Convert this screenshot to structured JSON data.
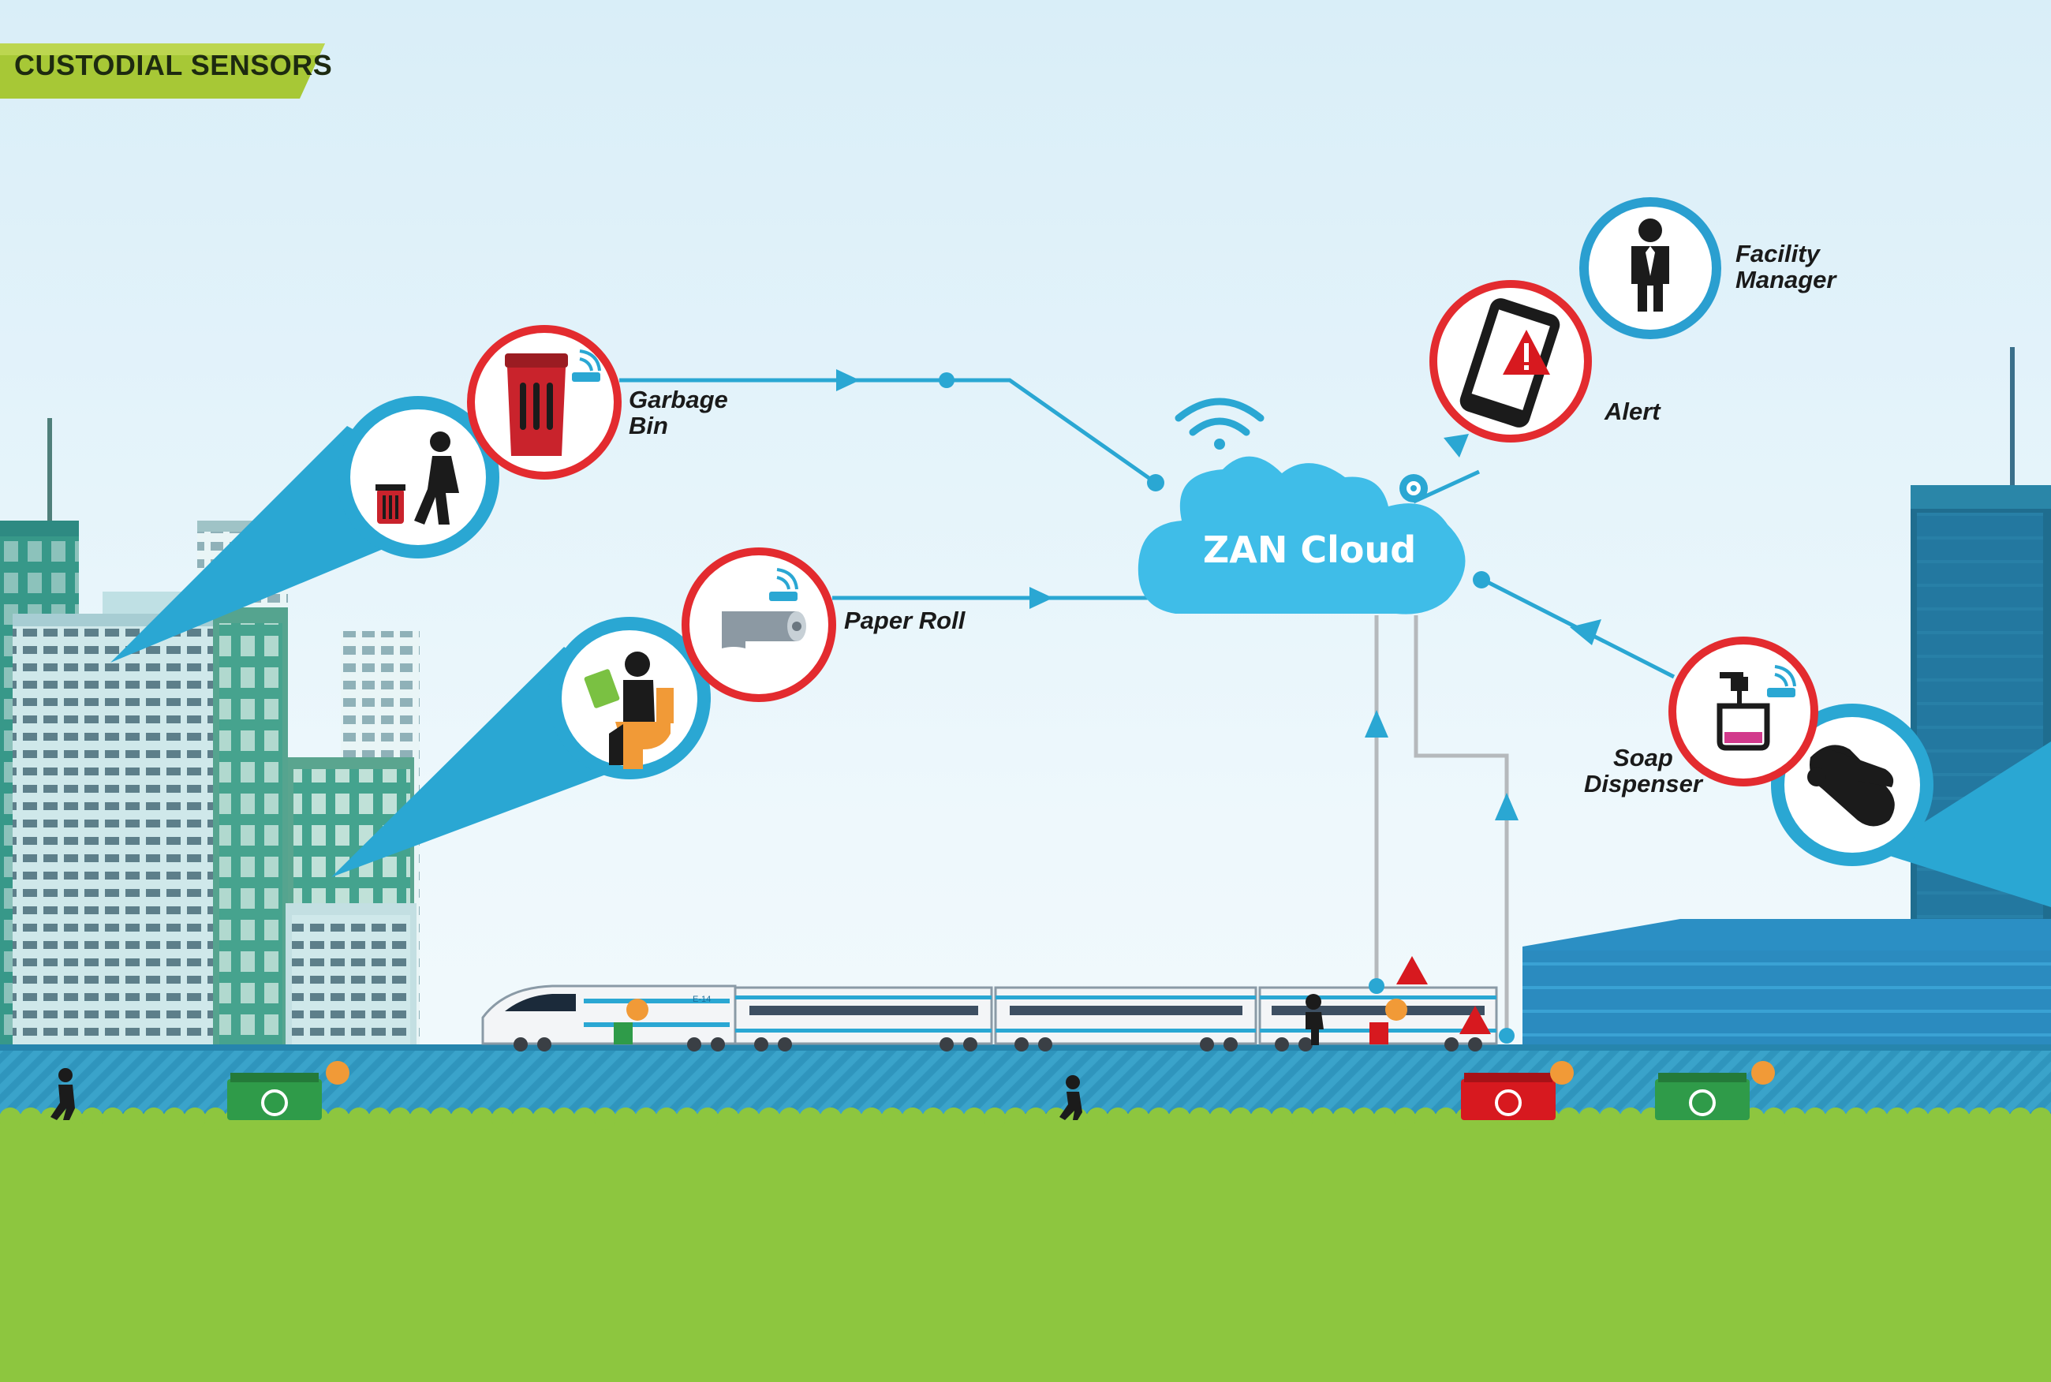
{
  "banner": {
    "title": "CUSTODIAL SENSORS"
  },
  "cloud": {
    "label": "ZAN Cloud"
  },
  "sensors": {
    "garbage_bin": {
      "line1": "Garbage",
      "line2": "Bin"
    },
    "paper_roll": {
      "label": "Paper Roll"
    },
    "soap_dispenser": {
      "line1": "Soap",
      "line2": "Dispenser"
    }
  },
  "outputs": {
    "alert": {
      "label": "Alert"
    },
    "facility_manager": {
      "line1": "Facility",
      "line2": "Manager"
    }
  },
  "train": {
    "car_number": "E-14"
  },
  "colors": {
    "sky": "#e4f3f9",
    "link_blue": "#2aa7d3",
    "cloud_blue": "#3fbde8",
    "red_ring": "#e32b2f",
    "blue_ring": "#2a9fd0",
    "banner_green": "#a7c836",
    "grass_green": "#8dc63f",
    "bin_green": "#2f9b49",
    "alert_red": "#d7191f"
  }
}
